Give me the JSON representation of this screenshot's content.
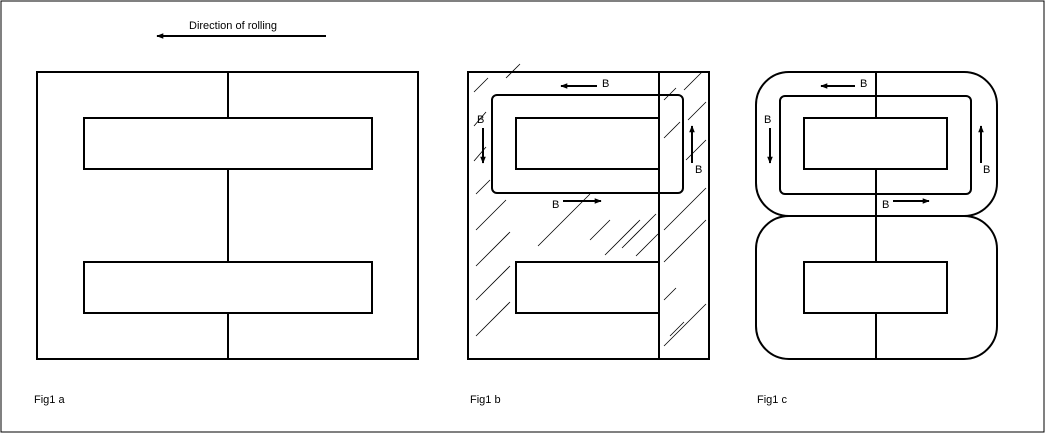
{
  "rolling_direction": {
    "label": "Direction of rolling"
  },
  "figures": {
    "a": {
      "caption": "Fig1 a"
    },
    "b": {
      "caption": "Fig1 b"
    },
    "c": {
      "caption": "Fig1 c"
    }
  },
  "flux_label": "B",
  "colors": {
    "line": "#000000",
    "background": "#ffffff",
    "hatch": "#000000"
  }
}
